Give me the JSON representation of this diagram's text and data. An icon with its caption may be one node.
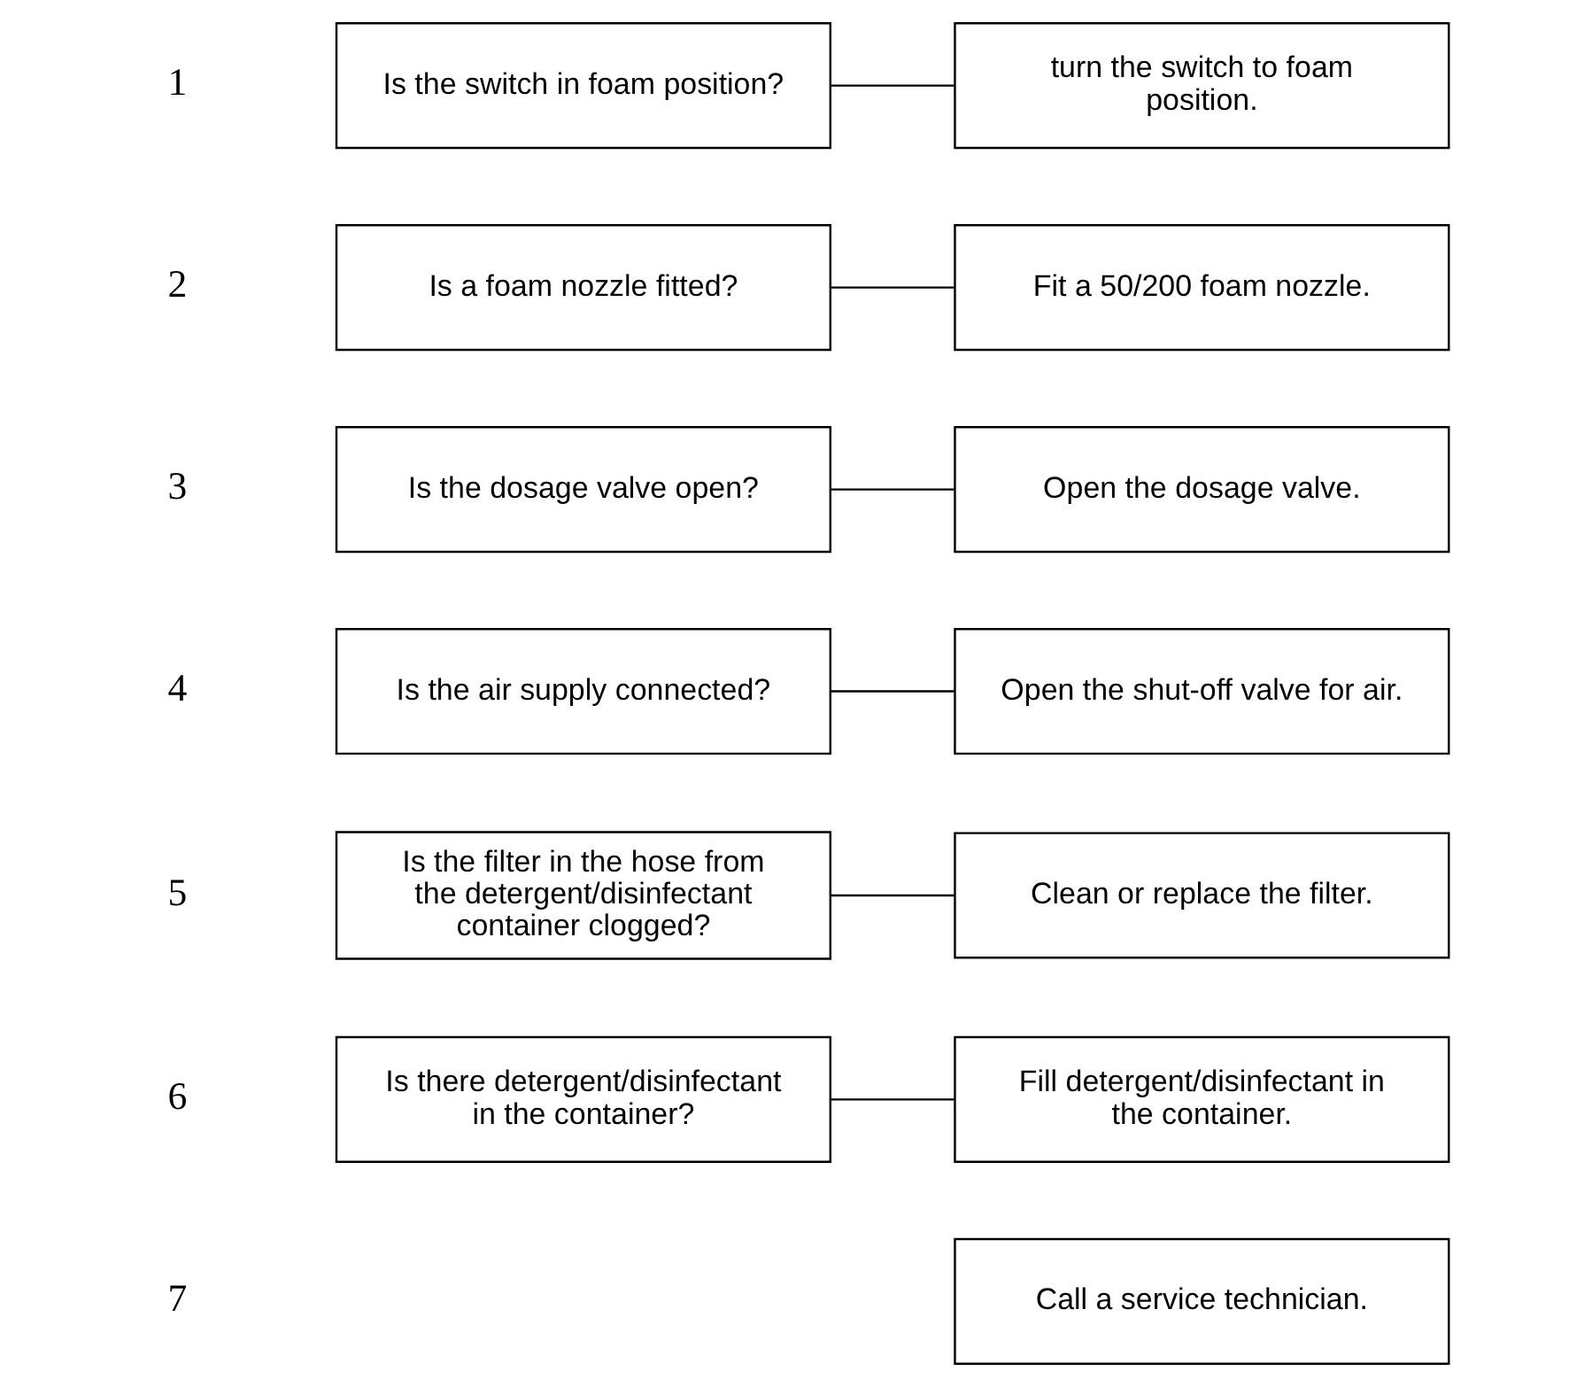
{
  "diagram": {
    "nodes": [
      {
        "text": [
          "Is the switch in foam position?"
        ]
      },
      {
        "text": [
          "turn the switch to foam position."
        ]
      },
      {
        "text": [
          "Is a foam nozzle fitted?"
        ]
      },
      {
        "text": [
          "Fit a 50/200 foam nozzle."
        ]
      },
      {
        "text": [
          "Is the dosage valve open?"
        ]
      },
      {
        "text": [
          "Open the dosage valve."
        ]
      },
      {
        "text": [
          "Is the air supply connected?"
        ]
      },
      {
        "text": [
          "Open the shut-off valve for air."
        ]
      },
      {
        "text": [
          "Is the filter in the hose from the detergent/disinfectant container clogged?"
        ]
      },
      {
        "text": [
          "Clean or replace the filter."
        ]
      },
      {
        "text": [
          "Is there detergent/disinfectant in the container?"
        ]
      },
      {
        "text": [
          "Fill detergent/disinfectant in the container."
        ]
      },
      {
        "text": [
          "Call a service technician."
        ]
      }
    ],
    "edges": [
      {
        "from": 0,
        "to": 1,
        "arrow": "none"
      },
      {
        "from": 2,
        "to": 3,
        "arrow": "none"
      },
      {
        "from": 4,
        "to": 5,
        "arrow": "none"
      },
      {
        "from": 6,
        "to": 7,
        "arrow": "none"
      },
      {
        "from": 8,
        "to": 9,
        "arrow": "none"
      },
      {
        "from": 10,
        "to": 11,
        "arrow": "none"
      }
    ],
    "labels": [
      "1",
      "2",
      "3",
      "4",
      "5",
      "6",
      "7"
    ]
  }
}
